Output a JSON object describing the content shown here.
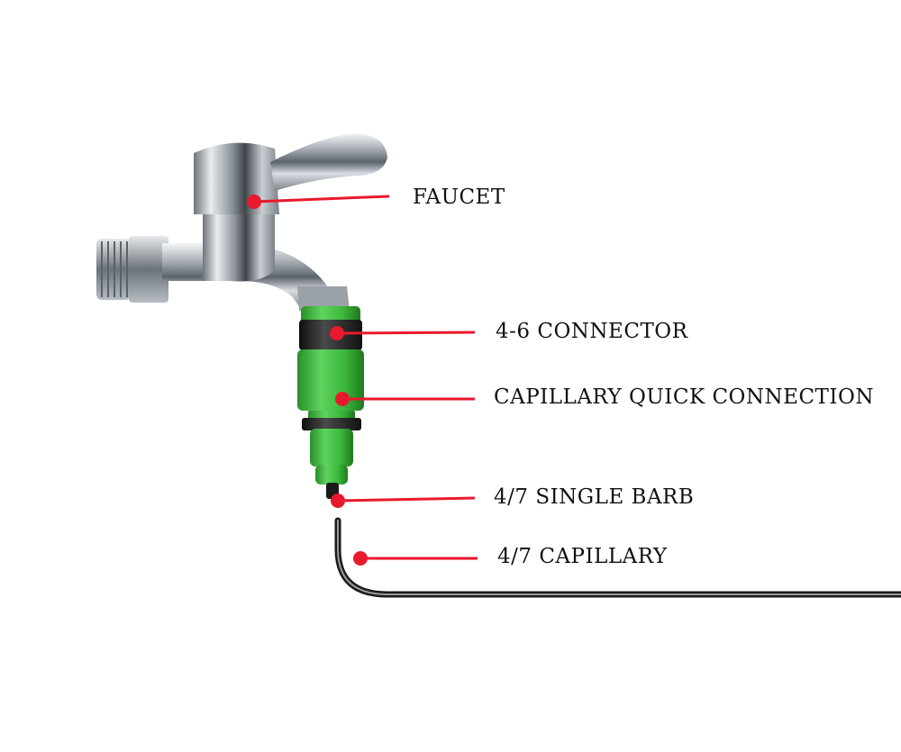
{
  "colors": {
    "pointer": "#e8192c",
    "tubing": "#1a1a1a",
    "fitting_green": "#3cb83c",
    "fitting_dark": "#1c1c1c",
    "chrome": "#c8cdd2"
  },
  "callouts": [
    {
      "id": "faucet",
      "label": "FAUCET"
    },
    {
      "id": "connector",
      "label": "4-6 CONNECTOR"
    },
    {
      "id": "quick",
      "label": "CAPILLARY QUICK CONNECTION"
    },
    {
      "id": "barb",
      "label": "4/7 SINGLE BARB"
    },
    {
      "id": "capillary",
      "label": "4/7 CAPILLARY"
    }
  ]
}
